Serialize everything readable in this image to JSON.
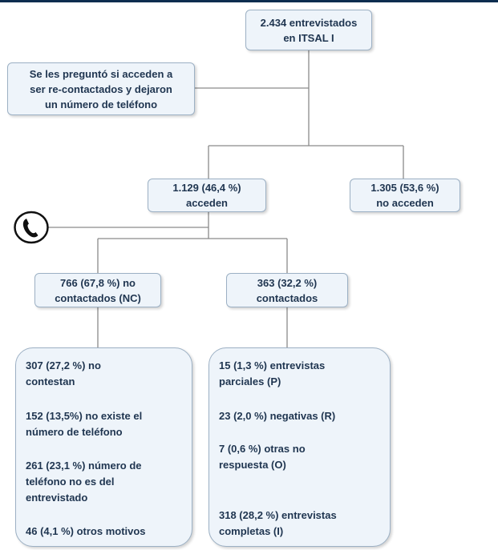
{
  "nodes": {
    "root": {
      "lines": [
        "2.434 entrevistados",
        "en ITSAL I"
      ]
    },
    "question": {
      "lines": [
        "Se les preguntó si acceden a",
        "ser re-contactados y dejaron",
        "un número de teléfono"
      ]
    },
    "acceden": {
      "lines": [
        "1.129 (46,4 %)",
        "acceden"
      ]
    },
    "no_acceden": {
      "lines": [
        "1.305 (53,6 %)",
        "no acceden"
      ]
    },
    "no_contactados": {
      "lines": [
        "766 (67,8 %) no",
        "contactados (NC)"
      ]
    },
    "contactados": {
      "lines": [
        "363 (32,2 %)",
        "contactados"
      ]
    }
  },
  "nc_details": [
    {
      "lines": [
        "307 (27,2 %) no",
        "contestan"
      ]
    },
    {
      "lines": [
        "152 (13,5%) no existe el",
        "número de teléfono"
      ]
    },
    {
      "lines": [
        "261 (23,1 %) número de",
        "teléfono no es del",
        "entrevistado"
      ]
    },
    {
      "lines": [
        "46 (4,1 %) otros motivos"
      ]
    }
  ],
  "c_details": [
    {
      "lines": [
        "15 (1,3 %) entrevistas",
        "parciales (P)"
      ]
    },
    {
      "lines": [
        "23 (2,0 %) negativas (R)"
      ]
    },
    {
      "lines": [
        "7 (0,6 %) otras no",
        "respuesta (O)"
      ]
    },
    {
      "lines": [
        "318 (28,2 %) entrevistas",
        "completas (I)"
      ]
    }
  ],
  "icons": {
    "phone": "telephone-handset-icon"
  },
  "colors": {
    "box_fill": "#eef4fa",
    "box_border": "#9cb0c4",
    "text": "#1f3550",
    "line": "#8a8a8a",
    "topbar": "#0d2d4f"
  }
}
